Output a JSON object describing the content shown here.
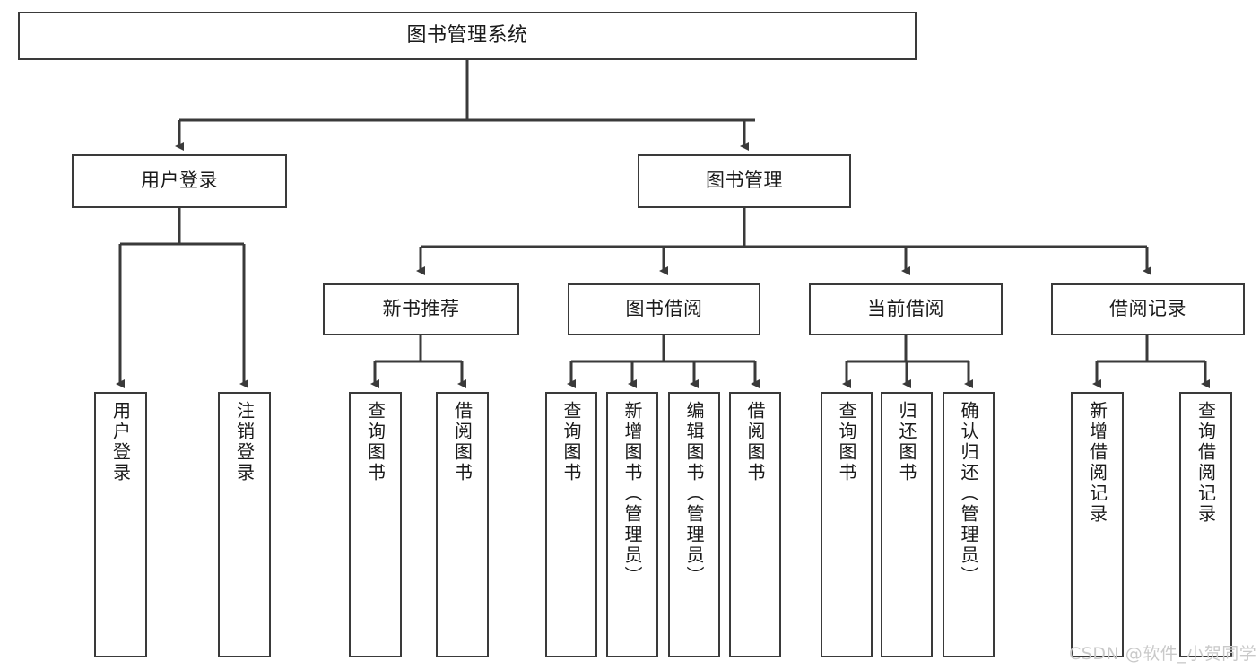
{
  "diagram": {
    "title": "图书管理系统",
    "type": "functional-structure-tree",
    "watermark": "CSDN @软件_小贺同学",
    "colors": {
      "box_border": "#3a3a3a",
      "box_fill": "#ffffff",
      "connector": "#3a3a3a",
      "text": "#1a1a1a",
      "watermark": "#c9c9c9",
      "background": "#ffffff"
    },
    "root": {
      "label": "图书管理系统"
    },
    "level2": [
      {
        "id": "user-login",
        "label": "用户登录"
      },
      {
        "id": "book-management",
        "label": "图书管理"
      }
    ],
    "level3": [
      {
        "id": "new-book-recommend",
        "label": "新书推荐"
      },
      {
        "id": "book-borrow",
        "label": "图书借阅"
      },
      {
        "id": "current-borrow",
        "label": "当前借阅"
      },
      {
        "id": "borrow-record",
        "label": "借阅记录"
      }
    ],
    "leaves": {
      "user_login": [
        {
          "id": "login",
          "label": "用户登录"
        },
        {
          "id": "logout",
          "label": "注销登录"
        }
      ],
      "new_book_recommend": [
        {
          "id": "query-book-1",
          "label": "查询图书"
        },
        {
          "id": "borrow-book-1",
          "label": "借阅图书"
        }
      ],
      "book_borrow": [
        {
          "id": "query-book-2",
          "label": "查询图书"
        },
        {
          "id": "add-book",
          "label": "新增图书（管理员）"
        },
        {
          "id": "edit-book",
          "label": "编辑图书（管理员）"
        },
        {
          "id": "borrow-book-2",
          "label": "借阅图书"
        }
      ],
      "current_borrow": [
        {
          "id": "query-book-3",
          "label": "查询图书"
        },
        {
          "id": "return-book",
          "label": "归还图书"
        },
        {
          "id": "confirm-return",
          "label": "确认归还（管理员）"
        }
      ],
      "borrow_record": [
        {
          "id": "add-borrow-record",
          "label": "新增借阅记录"
        },
        {
          "id": "query-borrow-record",
          "label": "查询借阅记录"
        }
      ]
    }
  }
}
